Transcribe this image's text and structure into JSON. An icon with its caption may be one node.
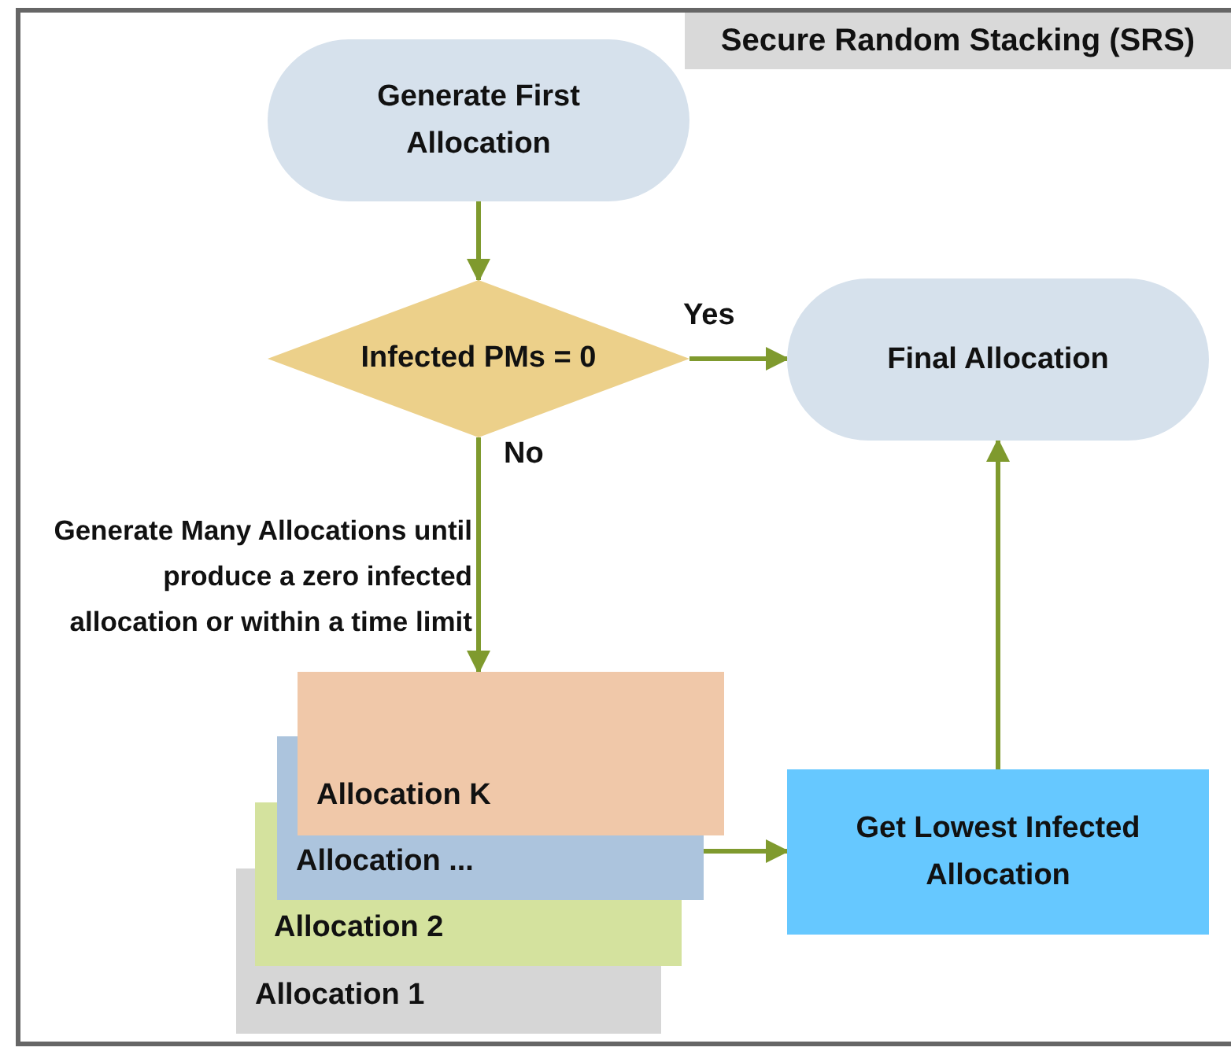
{
  "diagram": {
    "title": "Secure Random Stacking (SRS)",
    "nodes": [
      {
        "text": [
          "Generate First Allocation"
        ]
      },
      {
        "text": [
          "Infected PMs = 0"
        ]
      },
      {
        "text": [
          "Final Allocation"
        ]
      },
      {
        "text": [
          "Allocation 1"
        ]
      },
      {
        "text": [
          "Allocation 2"
        ]
      },
      {
        "text": [
          "Allocation ..."
        ]
      },
      {
        "text": [
          "Allocation K"
        ]
      },
      {
        "text": [
          "Get Lowest Infected Allocation"
        ]
      }
    ],
    "edges": [
      {
        "from": 0,
        "to": 1,
        "arrow": "to"
      },
      {
        "from": 1,
        "to": 2,
        "arrow": "to",
        "label": "Yes"
      },
      {
        "from": 1,
        "to": 6,
        "arrow": "to",
        "label": "No"
      },
      {
        "from": 5,
        "to": 7,
        "arrow": "to"
      },
      {
        "from": 7,
        "to": 2,
        "arrow": "to"
      }
    ],
    "labels": [
      "Generate Many Allocations until produce a zero infected allocation or within a time limit"
    ]
  }
}
